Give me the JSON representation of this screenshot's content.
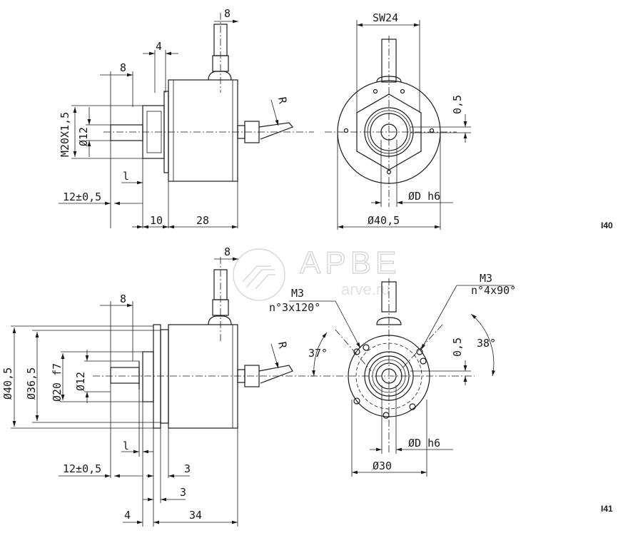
{
  "watermark": {
    "brand": "APBE",
    "site": "arve.ru"
  },
  "views": {
    "i40": {
      "label": "I40",
      "side": {
        "cable_width": "8",
        "flange": "4",
        "shaft_len": "8",
        "thread": "M20X1,5",
        "shaft_dia": "Ø12",
        "l": "l",
        "shaft_ext": "12±0,5",
        "nut_len": "10",
        "body_len": "28",
        "radius": "R"
      },
      "front": {
        "hex": "SW24",
        "offset": "0,5",
        "shaft_fit": "ØD h6",
        "outer_dia": "Ø40,5"
      }
    },
    "i41": {
      "label": "I41",
      "side": {
        "cable_width": "8",
        "shaft_len": "8",
        "outer_dia": "Ø40,5",
        "flange_dia": "Ø36,5",
        "spigot_dia": "Ø20 f7",
        "shaft_dia": "Ø12",
        "l": "l",
        "shaft_ext": "12±0,5",
        "flange_a": "3",
        "flange_b": "3",
        "spigot": "4",
        "body_len": "34",
        "radius": "R"
      },
      "front": {
        "holes_a_thread": "M3",
        "holes_a_pattern": "n°3x120°",
        "holes_b_thread": "M3",
        "holes_b_pattern": "n°4x90°",
        "angle_a": "37°",
        "angle_b": "38°",
        "offset": "0,5",
        "shaft_fit": "ØD h6",
        "bolt_dia": "Ø30"
      }
    }
  }
}
